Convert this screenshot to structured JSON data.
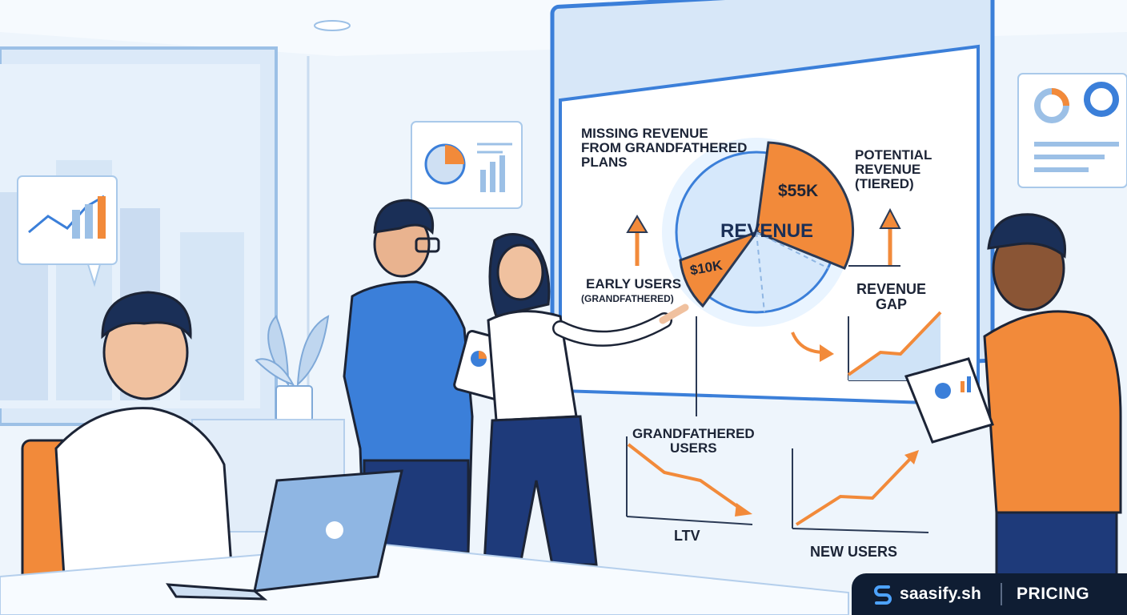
{
  "board": {
    "missing_revenue": "MISSING REVENUE\nFROM GRANDFATHERED\nPLANS",
    "potential_revenue": "POTENTIAL\nREVENUE\n(TIERED)",
    "pie_center": "REVENUE",
    "slice_large": "$55K",
    "slice_small": "$10K",
    "early_users": "EARLY USERS",
    "early_users_sub": "(GRANDFATHERED)",
    "revenue_gap": "REVENUE\nGAP"
  },
  "wall": {
    "grandfathered_users": "GRANDFATHERED\nUSERS",
    "ltv": "LTV",
    "new_users": "NEW USERS"
  },
  "brand": {
    "name": "saasify.sh",
    "page": "PRICING"
  },
  "colors": {
    "accent_orange": "#f28a3a",
    "accent_blue": "#3b7fd9",
    "navy": "#0f1d33"
  }
}
